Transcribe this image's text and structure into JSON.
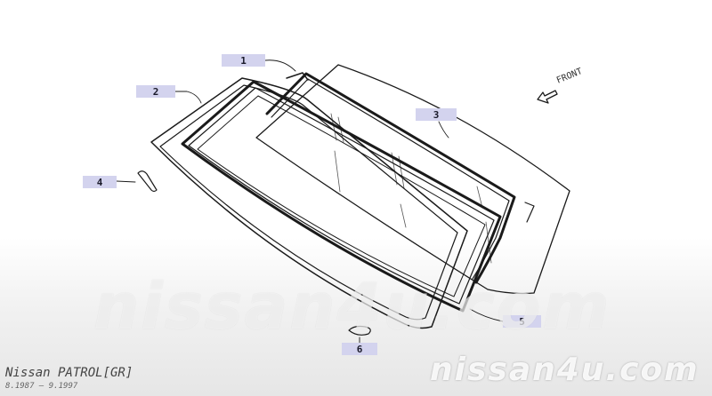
{
  "diagram": {
    "direction_label": "FRONT",
    "part_labels": [
      "1",
      "2",
      "3",
      "4",
      "5",
      "6"
    ]
  },
  "caption": {
    "model": "Nissan PATROL[GR]",
    "dates": "8.1987 – 9.1997"
  },
  "watermark": {
    "center": "nissan4u.com",
    "corner": "nissan4u.com"
  },
  "colors": {
    "label_bg": "#d3d3ee",
    "line": "#1a1a1a"
  }
}
